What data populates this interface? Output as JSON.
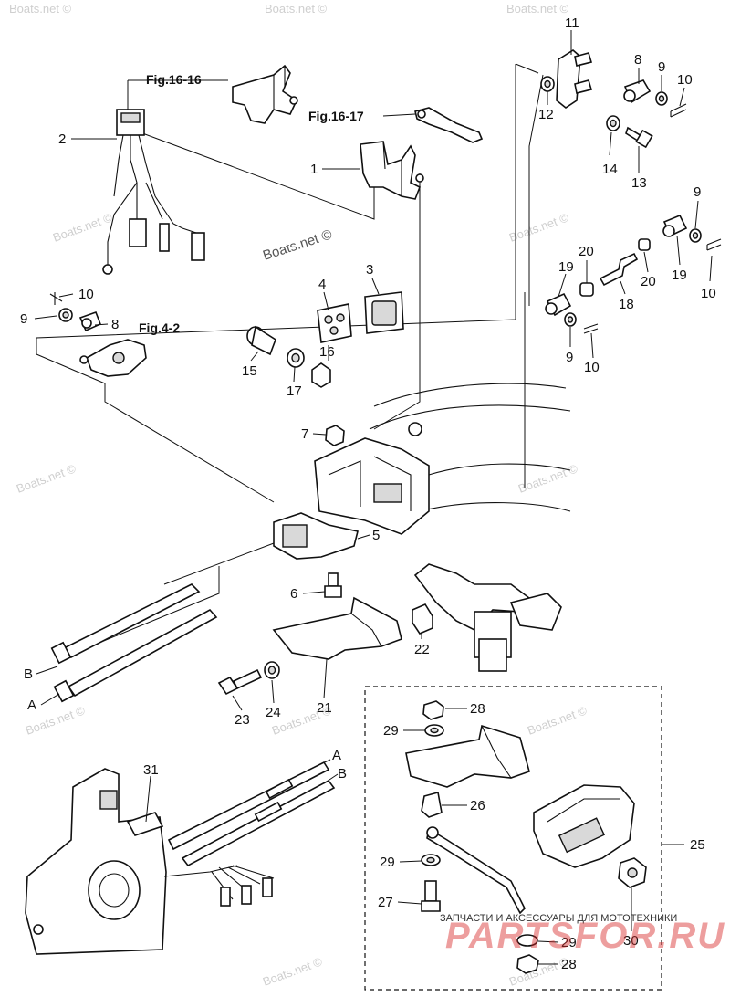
{
  "figure_refs": {
    "fig_16_16": "Fig.16-16",
    "fig_16_17": "Fig.16-17",
    "fig_4_2": "Fig.4-2"
  },
  "callouts": [
    {
      "id": "c11",
      "label": "11"
    },
    {
      "id": "c8a",
      "label": "8"
    },
    {
      "id": "c9a",
      "label": "9"
    },
    {
      "id": "c10a",
      "label": "10"
    },
    {
      "id": "c12",
      "label": "12"
    },
    {
      "id": "c14",
      "label": "14"
    },
    {
      "id": "c13",
      "label": "13"
    },
    {
      "id": "c9b",
      "label": "9"
    },
    {
      "id": "c20a",
      "label": "20"
    },
    {
      "id": "c19a",
      "label": "19"
    },
    {
      "id": "c18",
      "label": "18"
    },
    {
      "id": "c20b",
      "label": "20"
    },
    {
      "id": "c19b",
      "label": "19"
    },
    {
      "id": "c10b",
      "label": "10"
    },
    {
      "id": "c9c",
      "label": "9"
    },
    {
      "id": "c10c",
      "label": "10"
    },
    {
      "id": "c2",
      "label": "2"
    },
    {
      "id": "c1",
      "label": "1"
    },
    {
      "id": "c3",
      "label": "3"
    },
    {
      "id": "c4",
      "label": "4"
    },
    {
      "id": "c16",
      "label": "16"
    },
    {
      "id": "c15",
      "label": "15"
    },
    {
      "id": "c17",
      "label": "17"
    },
    {
      "id": "c10d",
      "label": "10"
    },
    {
      "id": "c9d",
      "label": "9"
    },
    {
      "id": "c8b",
      "label": "8"
    },
    {
      "id": "c7",
      "label": "7"
    },
    {
      "id": "c5",
      "label": "5"
    },
    {
      "id": "c6",
      "label": "6"
    },
    {
      "id": "c22",
      "label": "22"
    },
    {
      "id": "c21",
      "label": "21"
    },
    {
      "id": "c23",
      "label": "23"
    },
    {
      "id": "c24",
      "label": "24"
    },
    {
      "id": "cB1",
      "label": "B"
    },
    {
      "id": "cA1",
      "label": "A"
    },
    {
      "id": "c31",
      "label": "31"
    },
    {
      "id": "cA2",
      "label": "A"
    },
    {
      "id": "cB2",
      "label": "B"
    },
    {
      "id": "c28a",
      "label": "28"
    },
    {
      "id": "c29a",
      "label": "29"
    },
    {
      "id": "c26",
      "label": "26"
    },
    {
      "id": "c25",
      "label": "25"
    },
    {
      "id": "c29b",
      "label": "29"
    },
    {
      "id": "c27",
      "label": "27"
    },
    {
      "id": "c30",
      "label": "30"
    },
    {
      "id": "c29c",
      "label": "29"
    },
    {
      "id": "c28b",
      "label": "28"
    }
  ],
  "watermark": "Boats.net ©",
  "shop_banner": "ЗАПЧАСТИ И АКСЕССУАРЫ ДЛЯ МОТОТЕХНИКИ",
  "shop_logo": "PARTSFOR.RU"
}
